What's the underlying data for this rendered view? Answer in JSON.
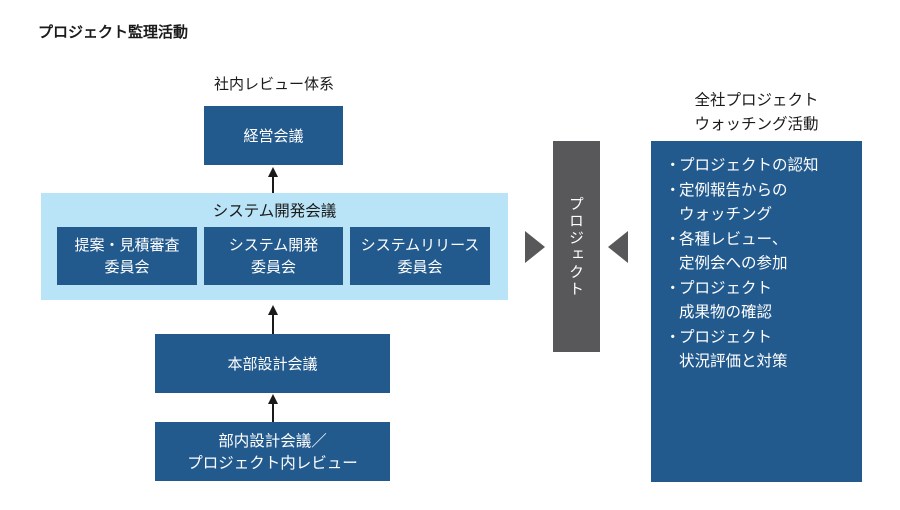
{
  "title": "プロジェクト監理活動",
  "review_system": {
    "caption": "社内レビュー体系",
    "top_meeting": "経営会議",
    "system_dev_meeting": {
      "label": "システム開発会議",
      "committees": [
        {
          "line1": "提案・見積審査",
          "line2": "委員会"
        },
        {
          "line1": "システム開発",
          "line2": "委員会"
        },
        {
          "line1": "システムリリース",
          "line2": "委員会"
        }
      ]
    },
    "hq_design_meeting": "本部設計会議",
    "dept_design_meeting": {
      "line1": "部内設計会議／",
      "line2": "プロジェクト内レビュー"
    }
  },
  "project_label": "プロジェクト",
  "watching": {
    "caption_line1": "全社プロジェクト",
    "caption_line2": "ウォッチング活動",
    "bullet": "・",
    "items": [
      {
        "line1": "プロジェクトの認知",
        "line2": ""
      },
      {
        "line1": "定例報告からの",
        "line2": "ウォッチング"
      },
      {
        "line1": "各種レビュー、",
        "line2": "定例会への参加"
      },
      {
        "line1": "プロジェクト",
        "line2": "成果物の確認"
      },
      {
        "line1": "プロジェクト",
        "line2": "状況評価と対策"
      }
    ]
  },
  "colors": {
    "dark_blue": "#235a8e",
    "light_blue": "#b9e3f7",
    "gray": "#58585a"
  }
}
